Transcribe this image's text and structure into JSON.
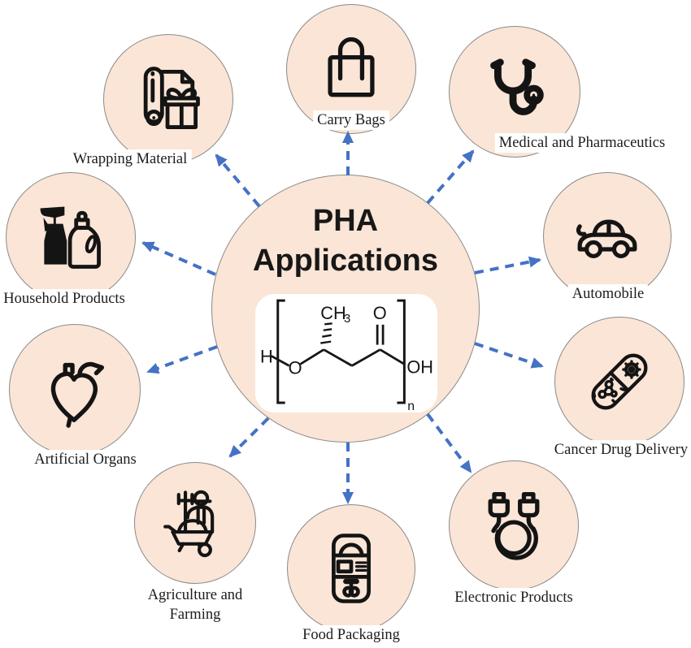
{
  "colors": {
    "circle_fill": "#FAE5D6",
    "circle_border": "#8A8A8A",
    "arrow_blue": "#4472C4",
    "icon_black": "#141414",
    "label_text": "#1C1C1C"
  },
  "center": {
    "title_line1": "PHA",
    "title_line2": "Applications",
    "formula": {
      "h_left": "H",
      "o_ether": "O",
      "methyl": "CH",
      "methyl_sub": "3",
      "o_carbonyl": "O",
      "hydroxyl": "OH",
      "subscript_n": "n"
    }
  },
  "nodes": [
    {
      "id": "carry-bags",
      "label": "Carry Bags",
      "icon": "shopping-bag-icon"
    },
    {
      "id": "medical-pharmaceutics",
      "label": "Medical and Pharmaceutics",
      "icon": "stethoscope-icon"
    },
    {
      "id": "automobile",
      "label": "Automobile",
      "icon": "car-icon"
    },
    {
      "id": "cancer-drug-delivery",
      "label": "Cancer Drug Delivery",
      "icon": "nanocapsule-icon"
    },
    {
      "id": "electronic-products",
      "label": "Electronic Products",
      "icon": "usb-cable-icon"
    },
    {
      "id": "food-packaging",
      "label": "Food Packaging",
      "icon": "food-package-icon"
    },
    {
      "id": "agriculture-farming",
      "label_line1": "Agriculture and",
      "label_line2": "Farming",
      "icon": "farmer-wheelbarrow-icon"
    },
    {
      "id": "artificial-organs",
      "label": "Artificial Organs",
      "icon": "anatomical-heart-icon"
    },
    {
      "id": "household-products",
      "label": "Household Products",
      "icon": "cleaning-supplies-icon"
    },
    {
      "id": "wrapping-material",
      "label": "Wrapping Material",
      "icon": "gift-wrap-roll-icon"
    }
  ]
}
